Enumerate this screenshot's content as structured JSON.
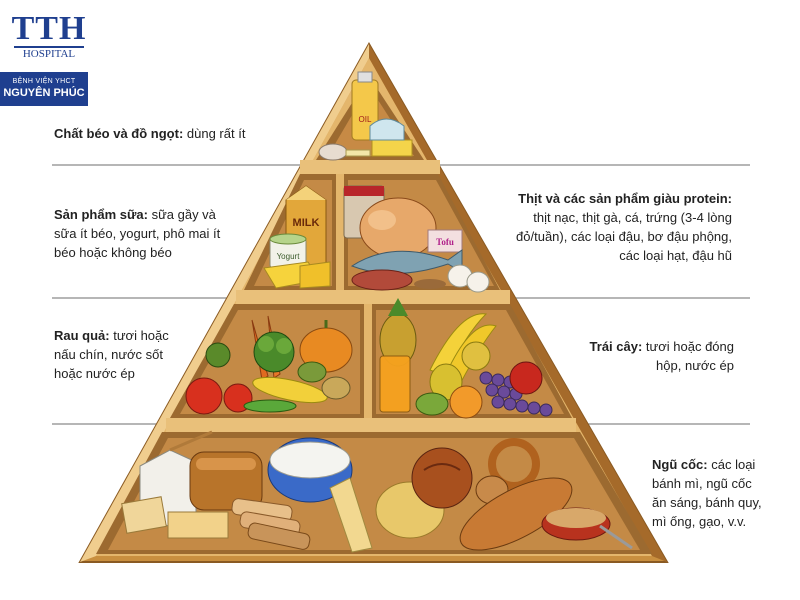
{
  "logo": {
    "brand": "TTH",
    "subtitle": "HOSPITAL",
    "band_line1": "BỆNH VIỆN YHCT",
    "band_line2": "NGUYÊN PHÚC",
    "colors": {
      "primary": "#1f3f8f"
    }
  },
  "tiers": {
    "fats": {
      "title": "Chất béo và đồ ngọt:",
      "desc": " dùng rất ít"
    },
    "dairy": {
      "title": "Sản phẩm sữa:",
      "desc": " sữa gầy và sữa ít béo, yogurt, phô mai ít béo hoặc không béo"
    },
    "protein": {
      "title": "Thịt và các sản phẩm giàu protein:",
      "desc": "thịt nạc, thịt gà, cá, trứng (3-4 lòng đỏ/tuần), các loại đậu, bơ đậu phộng, các loại hạt, đậu hũ"
    },
    "vegetables": {
      "title": "Rau quả:",
      "desc": " tươi hoặc nấu chín, nước sốt hoặc nước ép"
    },
    "fruits": {
      "title": "Trái cây:",
      "desc": " tươi hoặc đóng hộp, nước ép"
    },
    "grains": {
      "title": "Ngũ cốc:",
      "desc": " các loại bánh mì, ngũ cốc ăn sáng, bánh quy, mì ống, gạo, v.v."
    }
  },
  "illustration_text": {
    "oil_bottle": "OIL",
    "milk_carton": "MILK",
    "yogurt_cup": "Yogurt",
    "tofu_box": "Tofu"
  },
  "colors": {
    "wood_light": "#e2b46a",
    "wood_mid": "#c98f3f",
    "wood_dark": "#9a6326",
    "divider": "#7a7a7a"
  }
}
